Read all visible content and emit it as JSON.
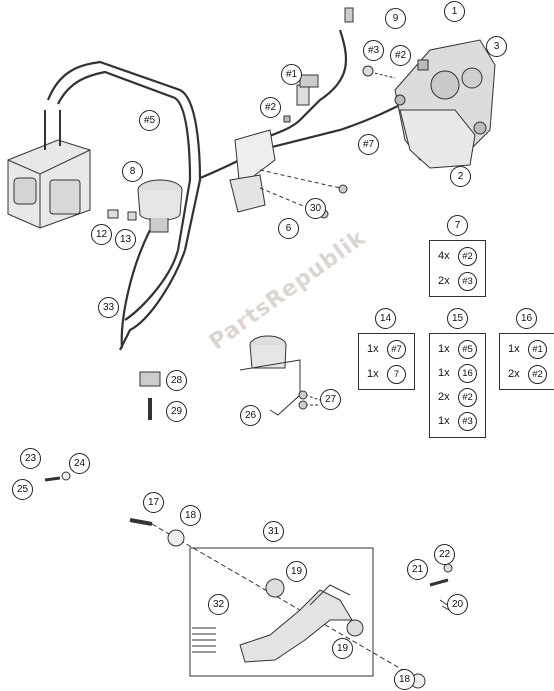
{
  "watermark": "PartsRepublik",
  "callouts": {
    "c1": "1",
    "c2": "2",
    "c3": "3",
    "c6": "6",
    "c7": "7",
    "c8": "8",
    "c9": "9",
    "c12": "12",
    "c13": "13",
    "c14": "14",
    "c15": "15",
    "c16": "16",
    "c17": "17",
    "c18a": "18",
    "c18b": "18",
    "c19a": "19",
    "c19b": "19",
    "c20": "20",
    "c21": "21",
    "c22": "22",
    "c23": "23",
    "c24": "24",
    "c25": "25",
    "c26": "26",
    "c27": "27",
    "c28": "28",
    "c29": "29",
    "c30": "30",
    "c31": "31",
    "c32": "32",
    "c33": "33",
    "h1": "#1",
    "h2a": "#2",
    "h2b": "#2",
    "h3": "#3",
    "h5": "#5",
    "h7": "#7"
  },
  "kits": {
    "k7": {
      "label": "7",
      "rows": [
        {
          "qty": "4x",
          "ref": "#2"
        },
        {
          "qty": "2x",
          "ref": "#3"
        }
      ]
    },
    "k14": {
      "label": "14",
      "rows": [
        {
          "qty": "1x",
          "ref": "#7"
        },
        {
          "qty": "1x",
          "ref": "7"
        }
      ]
    },
    "k15": {
      "label": "15",
      "rows": [
        {
          "qty": "1x",
          "ref": "#5"
        },
        {
          "qty": "1x",
          "ref": "16"
        },
        {
          "qty": "2x",
          "ref": "#2"
        },
        {
          "qty": "1x",
          "ref": "#3"
        }
      ]
    },
    "k16": {
      "label": "16",
      "rows": [
        {
          "qty": "1x",
          "ref": "#1"
        },
        {
          "qty": "2x",
          "ref": "#2"
        }
      ]
    }
  },
  "icons": [
    "abs-unit-icon",
    "brake-caliper-icon",
    "reservoir-icon",
    "brake-hose-icon",
    "brake-pedal-icon",
    "spring-icon",
    "bolt-icon",
    "washer-icon",
    "bleeder-icon"
  ]
}
